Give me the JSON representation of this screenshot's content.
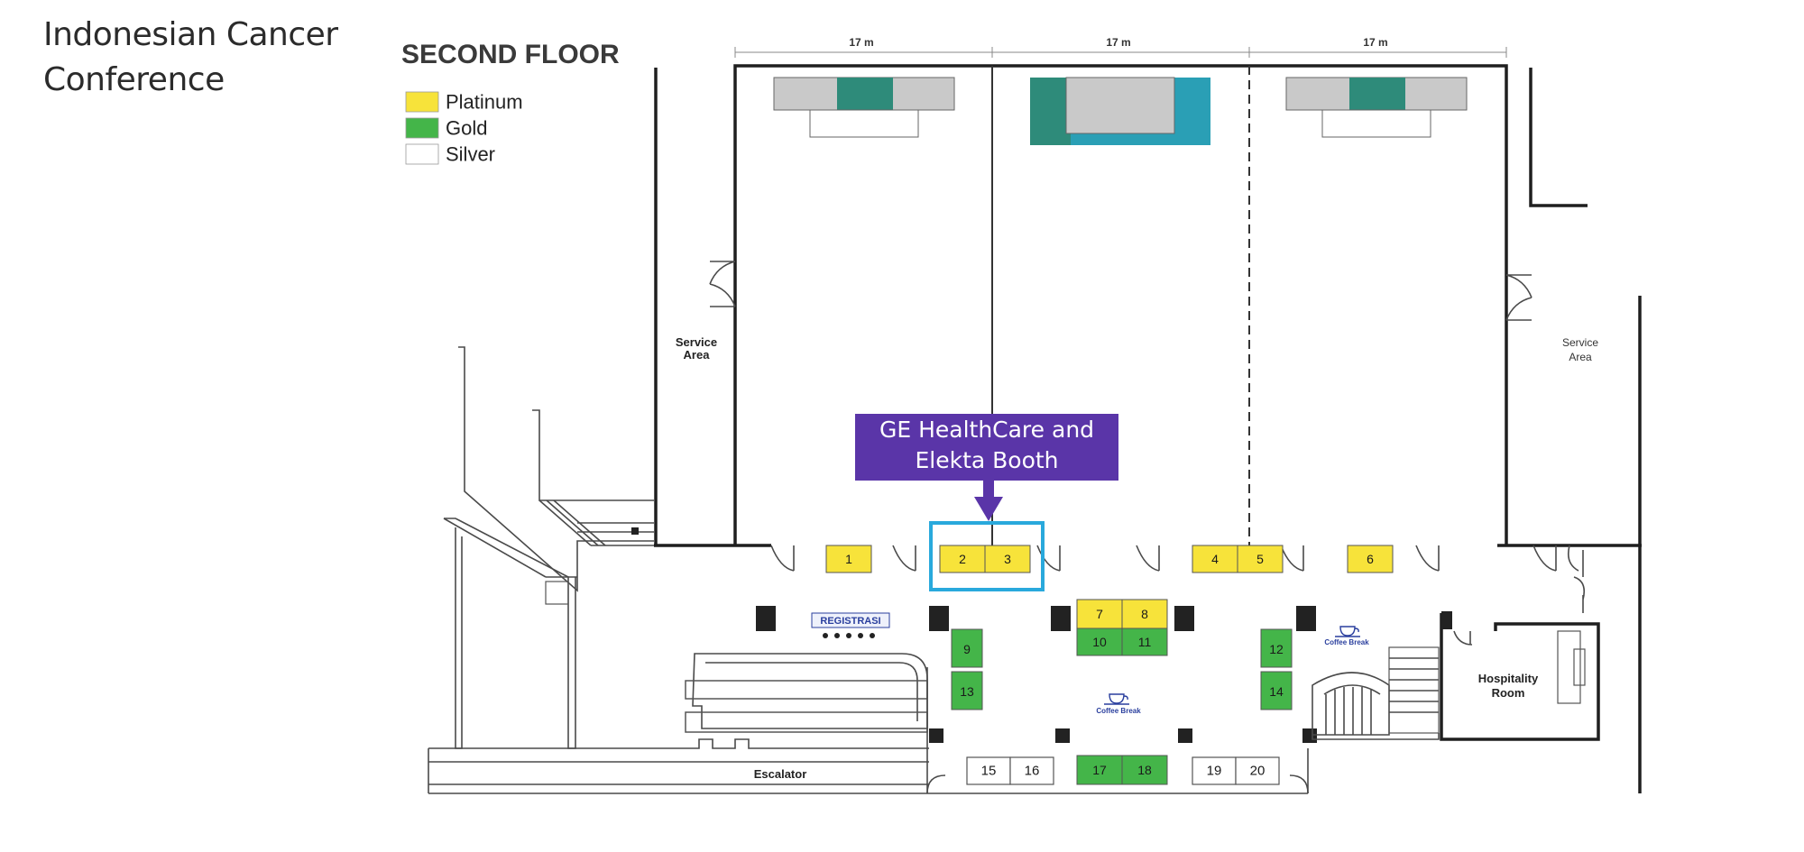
{
  "page": {
    "title_line1": "Indonesian Cancer",
    "title_line2": "Conference"
  },
  "map": {
    "floor_title": "SECOND FLOOR",
    "legend": [
      {
        "label": "Platinum",
        "color": "#f7e33a"
      },
      {
        "label": "Gold",
        "color": "#44b549"
      },
      {
        "label": "Silver",
        "color": "#ffffff"
      }
    ],
    "dimensions": [
      "17 m",
      "17 m",
      "17 m"
    ],
    "areas": {
      "service_left_1": "Service",
      "service_left_2": "Area",
      "service_right_1": "Service",
      "service_right_2": "Area",
      "hospitality_1": "Hospitality",
      "hospitality_2": "Room",
      "escalator": "Escalator",
      "registration": "REGISTRASI",
      "coffee_break": "Coffee Break"
    },
    "callout": {
      "line1": "GE HealthCare and",
      "line2": "Elekta Booth",
      "color": "#5a35a8",
      "highlight_color": "#29a9dc"
    },
    "booths": {
      "b1": "1",
      "b2": "2",
      "b3": "3",
      "b4": "4",
      "b5": "5",
      "b6": "6",
      "b7": "7",
      "b8": "8",
      "b9": "9",
      "b10": "10",
      "b11": "11",
      "b12": "12",
      "b13": "13",
      "b14": "14",
      "b15": "15",
      "b16": "16",
      "b17": "17",
      "b18": "18",
      "b19": "19",
      "b20": "20"
    },
    "tiers": {
      "platinum": "#f7e33a",
      "gold": "#44b549",
      "silver": "#ffffff"
    }
  }
}
